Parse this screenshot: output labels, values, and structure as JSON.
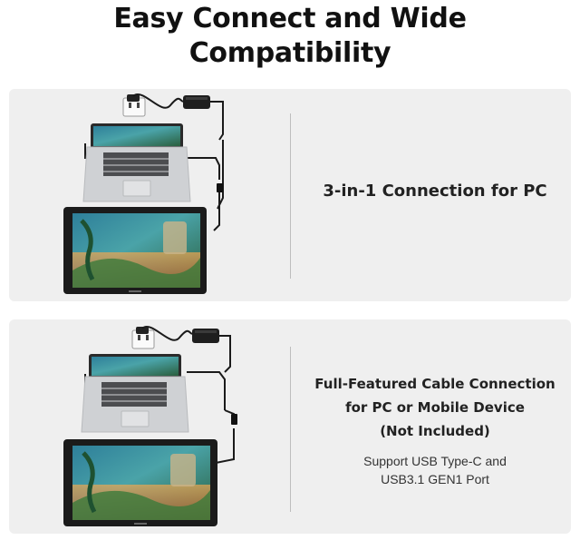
{
  "title": {
    "line1": "Easy Connect and Wide",
    "line2": "Compatibility"
  },
  "panel1": {
    "label": "3-in-1 Connection for PC"
  },
  "panel2": {
    "heading_line1": "Full-Featured Cable Connection",
    "heading_line2": "for PC or Mobile Device",
    "heading_line3": "(Not Included)",
    "sub_line1": "Support USB Type-C and",
    "sub_line2": "USB3.1 GEN1 Port"
  },
  "colors": {
    "panel_bg": "#efefef",
    "cable": "#1a1a1a",
    "laptop_body": "#cfd1d4",
    "tablet_frame": "#1b1b1b"
  },
  "icons": [
    "power-outlet-icon",
    "power-adapter-icon",
    "laptop-icon",
    "pen-display-icon"
  ]
}
